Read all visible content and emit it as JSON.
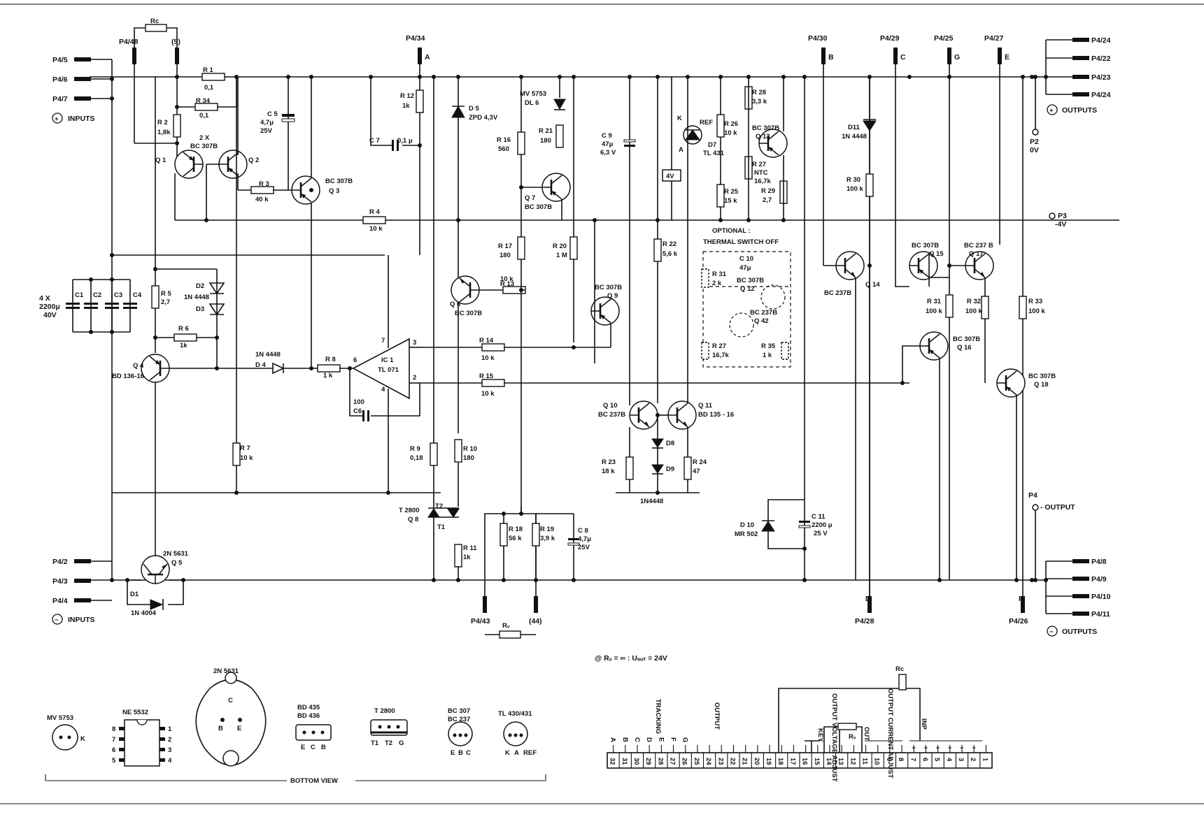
{
  "terminals": {
    "p4_5": "P4/5",
    "p4_6": "P4/6",
    "p4_7": "P4/7",
    "p4_2": "P4/2",
    "p4_3": "P4/3",
    "p4_4": "P4/4",
    "p4_48": "P4/48",
    "p5": "(5)",
    "p4_34": "P4/34",
    "p4_30": "P4/30",
    "p4_29": "P4/29",
    "p4_25": "P4/25",
    "p4_27": "P4/27",
    "p4_24a": "P4/24",
    "p4_22": "P4/22",
    "p4_23": "P4/23",
    "p4_24b": "P4/24",
    "p4_8": "P4/8",
    "p4_9": "P4/9",
    "p4_10": "P4/10",
    "p4_11": "P4/11",
    "p4_43": "P4/43",
    "p44": "(44)",
    "p4_28": "P4/28",
    "p4_26": "P4/26",
    "p2": "P2",
    "p2v": "0V",
    "p3": "P3",
    "p3v": "-4V",
    "p4": "P4",
    "p4out": "- OUTPUT",
    "letter_a": "A",
    "letter_b": "B",
    "letter_c": "C",
    "letter_g": "G",
    "letter_e": "E",
    "letter_d": "D",
    "letter_f": "F"
  },
  "captions": {
    "inputs_plus": "INPUTS",
    "inputs_minus": "INPUTS",
    "outputs_plus": "OUTPUTS",
    "outputs_minus": "OUTPUTS",
    "plus_sign": "+",
    "minus_sign": "−",
    "condition": "@ Rᵥ = ∞ : Uₒᵤₜ = 24V",
    "bottom_view": "BOTTOM VIEW",
    "optional": "OPTIONAL :",
    "thermal": "THERMAL SWITCH OFF",
    "four_v": "4V"
  },
  "components": {
    "rc": "Rᴄ",
    "r1": "R 1",
    "r1v": "0,1",
    "r34a": "R 34",
    "r34av": "0,1",
    "r2": "R 2",
    "r2v": "1,8k",
    "q1": "Q 1",
    "q2": "Q 2",
    "q1q2": "2 X",
    "q1q2t": "BC 307B",
    "c5": "C 5",
    "c5v": "4,7μ",
    "c5vv": "25V",
    "r3": "R 3",
    "r3v": "40 k",
    "q3": "Q 3",
    "q3t": "BC 307B",
    "r4": "R 4",
    "r4v": "10 k",
    "c1234": "4 X",
    "c1234v": "2200μ",
    "c1234vv": "40V",
    "c1": "C1",
    "c2": "C2",
    "c3": "C3",
    "c4": "C4",
    "r5": "R 5",
    "r5v": "2,7",
    "d2": "D2",
    "d3": "D3",
    "d23": "1N 4448",
    "r6": "R 6",
    "r6v": "1k",
    "q4": "Q 4",
    "q4t": "BD 136-16",
    "d4": "D 4",
    "d4t": "1N 4448",
    "r8": "R 8",
    "r8v": "1 k",
    "ic1": "IC 1",
    "ic1t": "TL 071",
    "pin6": "6",
    "pin7": "7",
    "pin3": "3",
    "pin2": "2",
    "pin4": "4",
    "c6": "C6",
    "c6v": "100",
    "r7": "R 7",
    "r7v": "10 k",
    "q5": "Q 5",
    "q5t": "2N 5631",
    "d1": "D1",
    "d1t": "1N 4004",
    "r12": "R 12",
    "r12v": "1k",
    "c7": "C 7",
    "c7v": "0,1 μ",
    "d5": "D 5",
    "d5t": "ZPD 4,3V",
    "r16": "R 16",
    "r16v": "560",
    "led": "MV 5753",
    "ledt": "DL 6",
    "r21": "R 21",
    "r21v": "180",
    "q7": "Q 7",
    "q7t": "BC 307B",
    "r17": "R 17",
    "r17v": "180",
    "q6": "Q 6",
    "q6t": "BC 307B",
    "r13": "R 13",
    "r13v": "10 k",
    "r20": "R 20",
    "r20v": "1 M",
    "q9": "Q 9",
    "q9t": "BC 307B",
    "r14": "R 14",
    "r14v": "10 k",
    "r15": "R 15",
    "r15v": "10 k",
    "r9": "R 9",
    "r9v": "0,18",
    "r10": "R 10",
    "r10v": "180",
    "q8": "Q 8",
    "q8t": "T 2800",
    "t2": "T2",
    "t1": "T1",
    "r11": "R 11",
    "r11v": "1k",
    "r18": "R 18",
    "r18v": "56 k",
    "r19": "R 19",
    "r19v": "3,9 k",
    "c8": "C 8",
    "c8v": "4,7μ",
    "c8vv": "25V",
    "rv": "Rᵥ",
    "c9": "C 9",
    "c9v": "47μ",
    "c9vv": "6,3 V",
    "r22": "R 22",
    "r22v": "5,6 k",
    "q10": "Q 10",
    "q10t": "BC 237B",
    "q11": "Q 11",
    "q11t": "BD 135 - 16",
    "d8": "D8",
    "d9": "D9",
    "d89": "1N4448",
    "r23": "R 23",
    "r23v": "18 k",
    "r24": "R 24",
    "r24v": "47",
    "k": "K",
    "ref": "REF",
    "a": "A",
    "d7": "D7",
    "d7t": "TL 431",
    "r26": "R 26",
    "r26v": "10 k",
    "r25": "R 25",
    "r25v": "15 k",
    "r28": "R 28",
    "r28v": "3,3 k",
    "q13": "Q 13",
    "q13t": "BC 307B",
    "r27": "R 27",
    "r27t": "NTC",
    "r27v": "16,7k",
    "r29": "R 29",
    "r29v": "2,7",
    "d11": "D11",
    "d11t": "1N 4448",
    "r30": "R 30",
    "r30v": "100 k",
    "opt_c10": "C 10",
    "opt_c10v": "47μ",
    "opt_r31": "R 31",
    "opt_r31v": "2 k",
    "opt_q12": "Q 12",
    "opt_q12t": "BC 307B",
    "opt_q42": "Q 42",
    "opt_q42t": "BC 237B",
    "opt_r27": "R 27",
    "opt_r27v": "16,7k",
    "opt_r35": "R 35",
    "opt_r35v": "1 k",
    "q14": "Q 14",
    "q14t": "BC 237B",
    "q15": "Q 15",
    "q15t": "BC 307B",
    "q17": "Q 17",
    "q17t": "BC 237 B",
    "r31": "R 31",
    "r31v": "100 k",
    "r32": "R 32",
    "r32v": "100 k",
    "r33": "R 33",
    "r33v": "100 k",
    "q16": "Q 16",
    "q16t": "BC 307B",
    "q18": "Q 18",
    "q18t": "BC 307B",
    "c11": "C 11",
    "c11v": "2200 μ",
    "c11vv": "25 V",
    "d10": "D 10",
    "d10t": "MR 502"
  },
  "pinouts": {
    "mv5753": "MV 5753",
    "k": "K",
    "ne5532": "NE 5532",
    "n1": "1",
    "n2": "2",
    "n3": "3",
    "n4": "4",
    "n5": "5",
    "n6": "6",
    "n7": "7",
    "n8": "8",
    "to3": "2N 5631",
    "to3c": "C",
    "to3b": "B",
    "to3e": "E",
    "bd": "BD 435",
    "bd2": "BD 436",
    "bd_e": "E",
    "bd_c": "C",
    "bd_b": "B",
    "t2800": "T 2800",
    "t_t1": "T1",
    "t_t2": "T2",
    "t_g": "G",
    "bc": "BC 307",
    "bc2": "BC 237",
    "bc_e": "E",
    "bc_b": "B",
    "bc_c": "C",
    "tl": "TL 430/431",
    "tl_k": "K",
    "tl_a": "A",
    "tl_ref": "REF"
  },
  "connector": {
    "tracking": "TRACKING",
    "output": "OUTPUT",
    "key": "KEY",
    "out_voltage": "OUTPUT VOLTAGE ADJUST",
    "out_current": "OUTPUT CURRENT ADJUST",
    "out": "OUT",
    "inp": "INP",
    "rv": "Rᵥ",
    "rc": "Rᴄ",
    "top_letters": [
      "A",
      "B",
      "C",
      "D",
      "E",
      "F",
      "G"
    ],
    "top_marks": [
      "+",
      "+",
      "+",
      "−",
      "−",
      "−"
    ],
    "pins": [
      "32",
      "31",
      "30",
      "29",
      "28",
      "27",
      "26",
      "25",
      "24",
      "23",
      "22",
      "21",
      "20",
      "19",
      "18",
      "17",
      "16",
      "15",
      "14",
      "13",
      "12",
      "11",
      "10",
      "9",
      "8",
      "7",
      "6",
      "5",
      "4",
      "3",
      "2",
      "1"
    ]
  }
}
